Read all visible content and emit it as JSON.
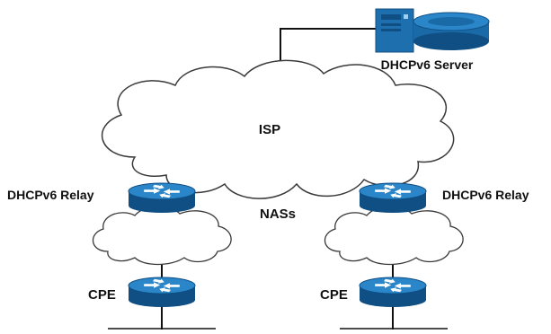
{
  "diagram": {
    "server_label": "DHCPv6 Server",
    "isp_label": "ISP",
    "nas_label": "NASs",
    "relay_left_label": "DHCPv6 Relay",
    "relay_right_label": "DHCPv6 Relay",
    "cpe_left_label": "CPE",
    "cpe_right_label": "CPE"
  },
  "colors": {
    "router_blue": "#1b6aa8",
    "router_dark": "#0f4f84",
    "cloud_stroke": "#3a3a3a",
    "server_body": "#1e6fae",
    "line": "#111111"
  }
}
